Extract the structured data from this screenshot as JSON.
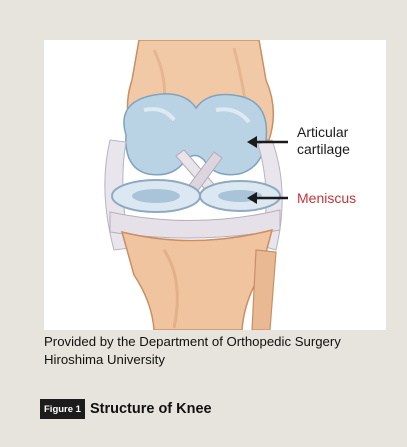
{
  "figure": {
    "labels": {
      "articular_cartilage": "Articular cartilage",
      "meniscus": "Meniscus"
    },
    "colors": {
      "meniscus_label": "#c8333a",
      "arrow": "#1a1a1a",
      "background": "#e6e4dc"
    },
    "caption": "Provided by the Department of Orthopedic Surgery Hiroshima University",
    "figure_number": "Figure 1",
    "figure_title": "Structure of Knee"
  }
}
